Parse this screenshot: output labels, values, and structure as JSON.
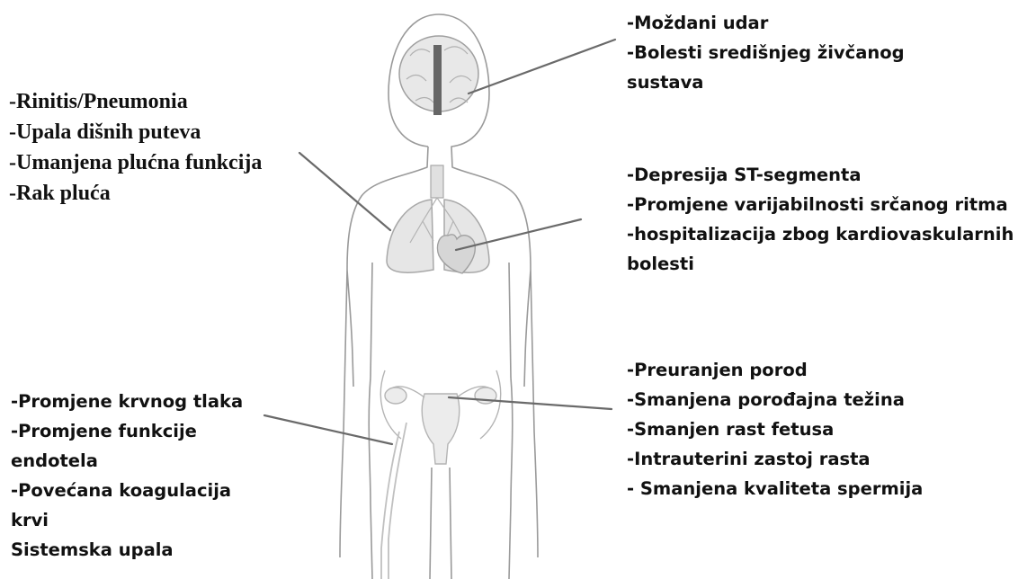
{
  "groups": {
    "brain": [
      "-Moždani udar",
      "-Bolesti središnjeg živčanog",
      "sustava"
    ],
    "lungs": [
      "-Rinitis/Pneumonia",
      "-Upala dišnih puteva",
      "-Umanjena plućna funkcija",
      "-Rak pluća"
    ],
    "heart": [
      "-Depresija ST-segmenta",
      "-Promjene  varijabilnosti srčanog ritma",
      "-hospitalizacija zbog kardiovaskularnih",
      "bolesti"
    ],
    "blood": [
      "-Promjene krvnog tlaka",
      "-Promjene funkcije",
      "endotela",
      "-Povećana koagulacija",
      "krvi",
      "Sistemska upala"
    ],
    "reproductive": [
      "-Preuranjen porod",
      "-Smanjena porođajna težina",
      "-Smanjen rast fetusa",
      "-Intrauterini zastoj rasta",
      "- Smanjena kvaliteta spermija"
    ]
  },
  "colors": {
    "body_outline": "#9a9a9a",
    "organ_outline": "#a8a8a8",
    "organ_fill": "#e6e6e6",
    "pointer_line": "#6a6a6a",
    "text": "#111111"
  }
}
